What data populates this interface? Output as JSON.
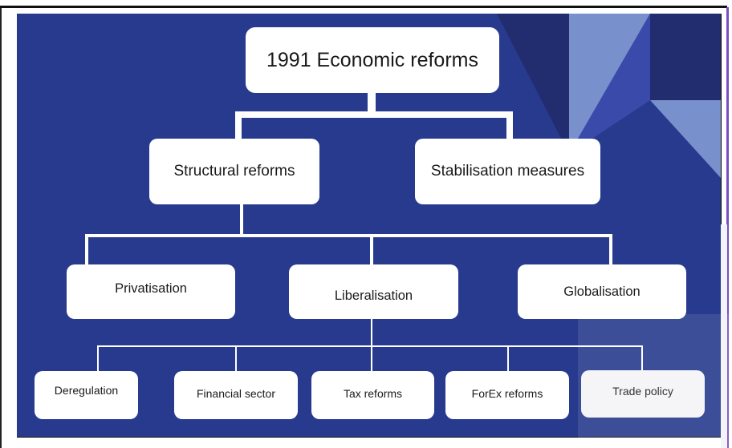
{
  "diagram": {
    "title": "1991 Economic reforms",
    "colors": {
      "background": "#283a8e",
      "dark_triangle": "#222d70",
      "light_triangle": "#7890cc",
      "mid_triangle": "#3a4aaa",
      "node_fill": "#ffffff",
      "connector": "#ffffff",
      "node_text": "#1a1a1a"
    },
    "root": {
      "label": "1991 Economic reforms"
    },
    "level1": [
      {
        "label": "Structural reforms"
      },
      {
        "label": "Stabilisation measures"
      }
    ],
    "level2": [
      {
        "label": "Privatisation",
        "parent": "Structural reforms"
      },
      {
        "label": "Liberalisation",
        "parent": "Structural reforms"
      },
      {
        "label": "Globalisation",
        "parent": "Structural reforms"
      }
    ],
    "level3": [
      {
        "label": "Deregulation",
        "parent": "Liberalisation"
      },
      {
        "label": "Financial sector",
        "parent": "Liberalisation"
      },
      {
        "label": "Tax reforms",
        "parent": "Liberalisation"
      },
      {
        "label": "ForEx reforms",
        "parent": "Liberalisation"
      },
      {
        "label": "Trade policy",
        "parent": "Liberalisation"
      }
    ]
  }
}
